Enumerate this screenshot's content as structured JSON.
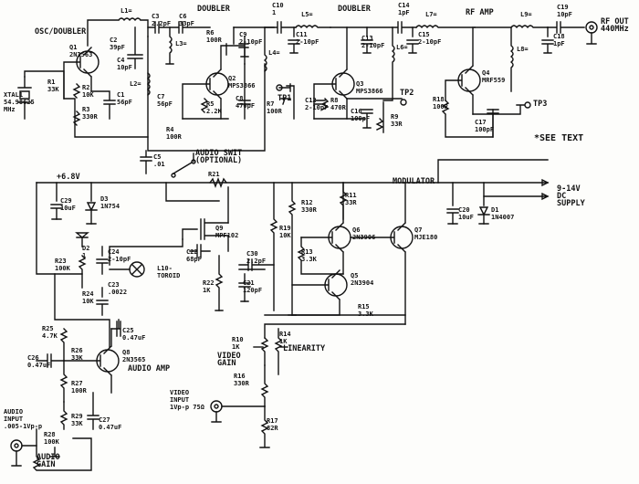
{
  "section_labels": {
    "osc_doubler": "OSC/DOUBLER",
    "doubler_1": "DOUBLER",
    "doubler_2": "DOUBLER",
    "rf_amp": "RF AMP",
    "modulator": "MODULATOR",
    "audio_amp": "AUDIO AMP",
    "see_text": "*SEE TEXT",
    "linearity": "LINEARITY",
    "video_gain": "VIDEO\nGAIN",
    "audio_gain": "AUDIO\nGAIN",
    "audio_switch": "AUDIO SWIT\n(OPTIONAL)"
  },
  "terminals": {
    "rf_out": "RF OUT\n440MHz",
    "supply": "9-14V\nDC\nSUPPLY",
    "plus_6v": "+6.8V",
    "video_input": "VIDEO\nINPUT\n1Vp-p 75Ω",
    "audio_input": "AUDIO\nINPUT\n.005-1Vp-p",
    "tp1": "TP1",
    "tp2": "TP2",
    "tp3": "TP3"
  },
  "transistors": {
    "q1": "Q1\n2N3563",
    "q2": "Q2\nMPS3866",
    "q3": "Q3\nMPS3866",
    "q4": "Q4\nMRF559",
    "q5": "Q5\n2N3904",
    "q6": "Q6\n2N3906",
    "q7": "Q7\nMJE180",
    "q8": "Q8\n2N3565",
    "q9": "Q9\nMPF102"
  },
  "diodes": {
    "d1": "D1\n1N4007",
    "d2": "D2\n1",
    "d3": "D3\n1N754"
  },
  "crystal": "XTAL1\n54.98625\nMHz",
  "toroid": "L10-\nTOROID",
  "resistors": {
    "r1": "R1\n33K",
    "r2": "R2\n10K",
    "r3": "R3\n330R",
    "r4": "R4\n100R",
    "r5": "R5\n2.2K",
    "r6": "R6\n100R",
    "r7": "R7\n100R",
    "r8": "R8\n470R",
    "r9": "R9\n33R",
    "r10": "R10\n1K",
    "r11": "R11\n33R",
    "r12": "R12\n330R",
    "r13": "R13\n3.3K",
    "r14": "R14\n1K",
    "r15": "R15\n3.3K",
    "r16": "R16\n330R",
    "r17": "R17\n82R",
    "r18": "R18\n100R",
    "r19": "R19\n10K",
    "r21": "R21",
    "r22": "R22\n1K",
    "r23": "R23\n100K",
    "r24": "R24\n10K",
    "r25": "R25\n4.7K",
    "r26": "R26\n33K",
    "r27": "R27\n100R",
    "r28": "R28\n100K",
    "r29": "R29\n33K"
  },
  "capacitors": {
    "c1": "C1\n56pF",
    "c2": "C2\n39pF",
    "c3": "C3\n2.2pF",
    "c4": "C4\n10pF",
    "c5": "C5\n.01",
    "c6": "C6\n33pF",
    "c7": "C7\n56pF",
    "c8": "C8\n470pF",
    "c9": "C9\n2-10pF",
    "c10": "C10\n1",
    "c11": "C11\n2-10pF",
    "c12": "C12\n2-10pF",
    "c13": "C13\n2-10pF",
    "c14": "C14\n1pF",
    "c15": "C15\n2-10pF",
    "c16": "C16\n100pF",
    "c17": "C17\n100pF",
    "c18": "C18\n1pF",
    "c19": "C19\n10pF",
    "c20": "C20\n10uF",
    "c21": "C21\n120pF",
    "c22": "C22\n68pF",
    "c23": "C23\n.0022",
    "c24": "C24\n2-10pF",
    "c25": "C25\n0.47uF",
    "c26": "C26\n0.47uF",
    "c27": "C27\n0.47uF",
    "c29": "C29\n10uF",
    "c30": "C30\n2.2pF"
  },
  "inductors": {
    "l1": "L1=",
    "l2": "L2=",
    "l3": "L3=",
    "l4": "L4=",
    "l5": "L5=",
    "l6": "L6=",
    "l7": "L7=",
    "l8": "L8=",
    "l9": "L9="
  }
}
